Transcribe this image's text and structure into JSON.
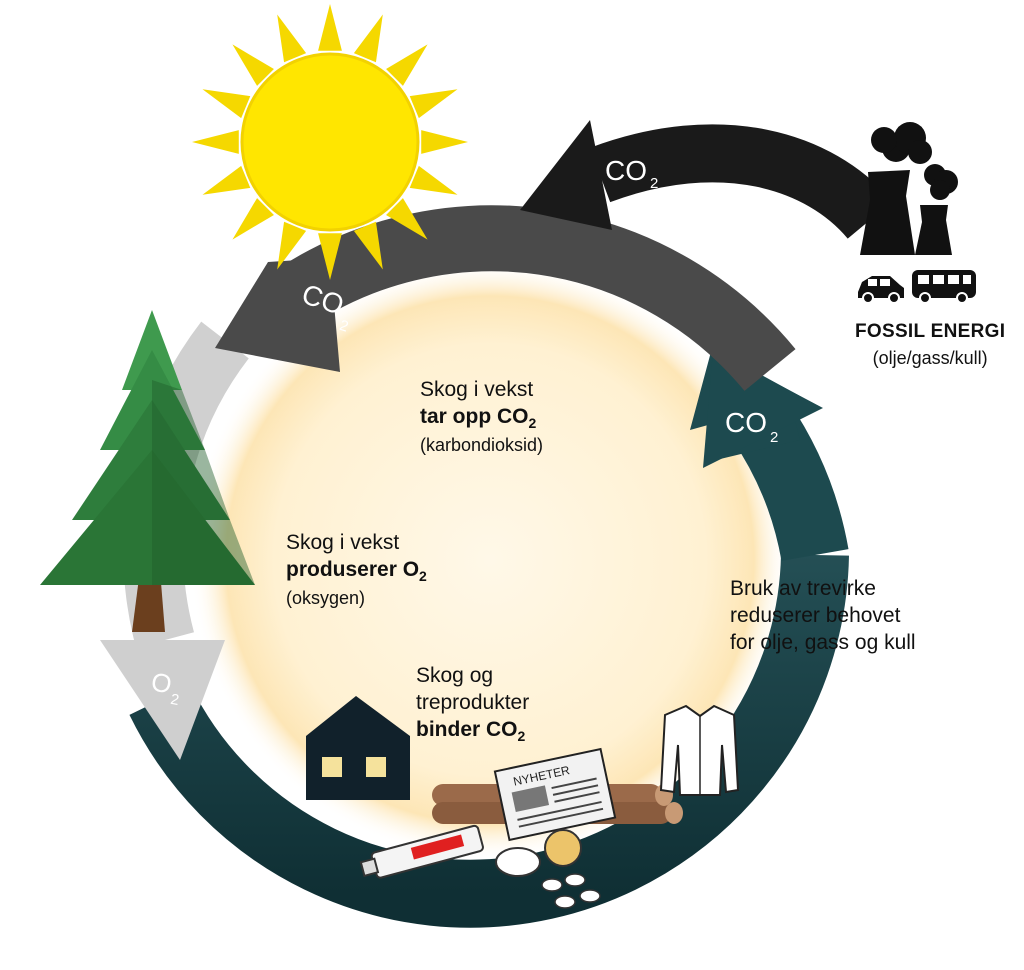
{
  "co2": "CO",
  "o2": "O",
  "sub2": "2",
  "labels": {
    "growing_absorb": {
      "line1": "Skog i vekst",
      "bold": "tar opp CO",
      "sub": "2",
      "line3": "(karbondioksid)"
    },
    "growing_produce": {
      "line1": "Skog i vekst",
      "bold": "produserer O",
      "sub": "2",
      "line3": "(oksygen)"
    },
    "bind": {
      "line1": "Skog og",
      "line2": "treprodukter",
      "bold": "binder CO",
      "sub": "2"
    },
    "wood_use": {
      "line1": "Bruk av trevirke",
      "line2": "reduserer behovet",
      "line3": "for olje, gass og kull"
    },
    "fossil": {
      "title": "FOSSIL ENERGI",
      "sub": "(olje/gass/kull)"
    }
  },
  "newspaper": "NYHETER",
  "colors": {
    "sun": "#ffe600",
    "sun_ray": "#f5d800",
    "arrow_black": "#1a1a1a",
    "arrow_grey": "#4d4d4d",
    "arrow_teal": "#1d4a4f",
    "arrow_light": "#cfcfcf",
    "tree_green": "#2e7d3c",
    "trunk": "#6b3f1e",
    "house": "#11212b",
    "glow": "#fff1d2"
  }
}
